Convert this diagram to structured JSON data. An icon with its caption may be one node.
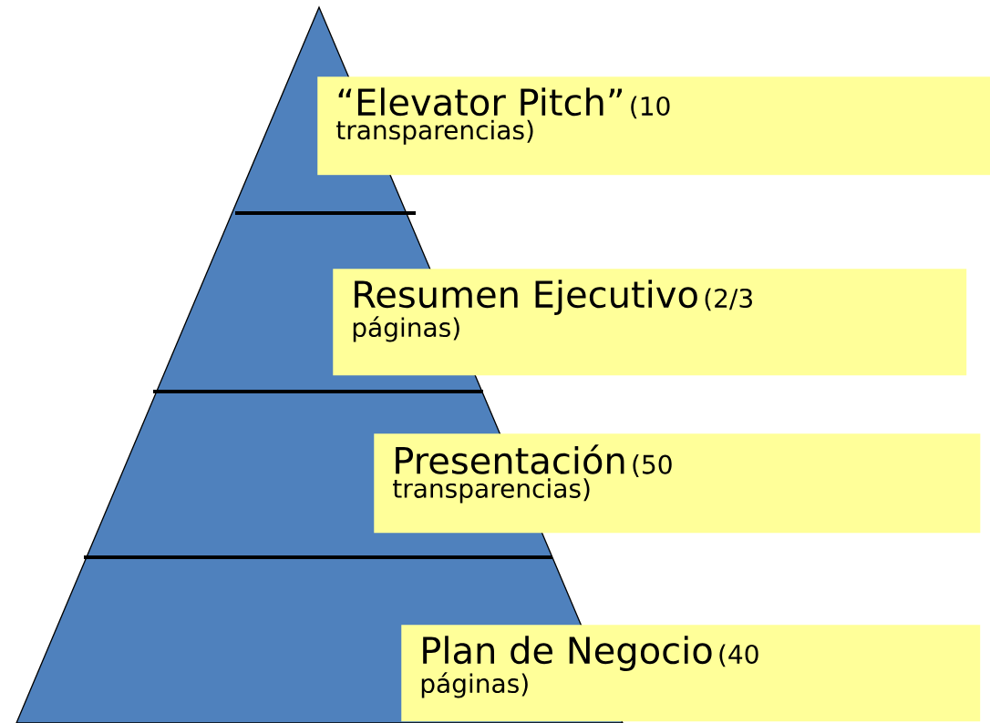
{
  "diagram": {
    "nodes": [
      {
        "text": [
          "“Elevator Pitch”",
          "(10 transparencias)"
        ]
      },
      {
        "text": [
          "Resumen Ejecutivo",
          "(2/3 páginas)"
        ]
      },
      {
        "text": [
          "Presentación",
          "(50 transparencias)"
        ]
      },
      {
        "text": [
          "Plan de Negocio",
          "(40 páginas)"
        ]
      }
    ]
  }
}
